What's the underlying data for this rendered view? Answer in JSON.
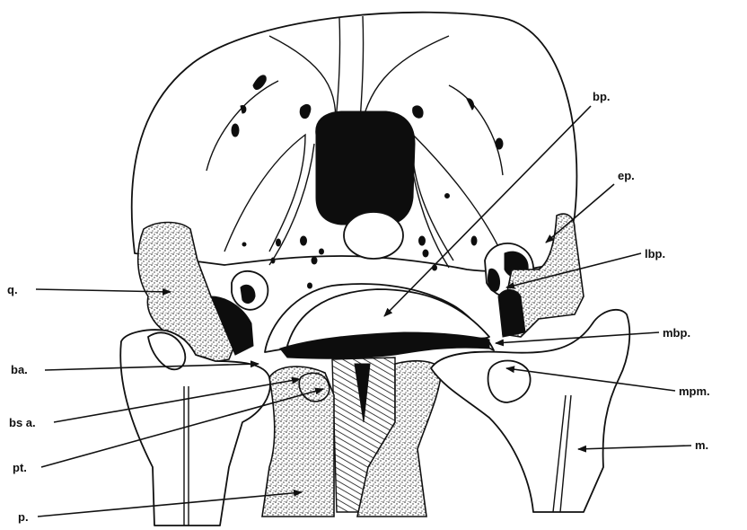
{
  "figure": {
    "labels": {
      "bp": "bp.",
      "ep": "ep.",
      "lbp": "lbp.",
      "q": "q.",
      "mbp": "mbp.",
      "ba": "ba.",
      "mpm": "mpm.",
      "bsa": "bs a.",
      "m": "m.",
      "pt": "pt.",
      "p": "p."
    }
  }
}
